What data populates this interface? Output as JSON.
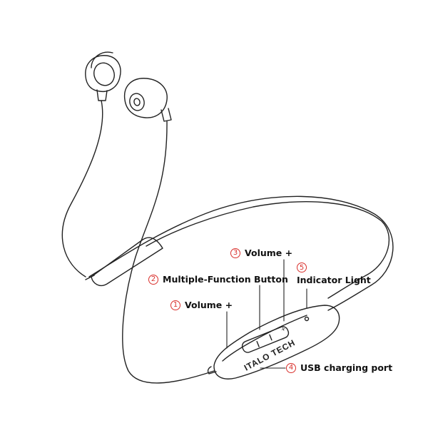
{
  "product": {
    "brand_label": "ITALO TECH",
    "button_mark": "+"
  },
  "callouts": [
    {
      "number": "1",
      "label": "Volume +"
    },
    {
      "number": "2",
      "label": "Multiple-Function Button"
    },
    {
      "number": "3",
      "label": "Volume +"
    },
    {
      "number": "4",
      "label": "USB charging port"
    },
    {
      "number": "5",
      "label": "Indicator Light"
    }
  ],
  "colors": {
    "line": "#222222",
    "callout_number": "#d9302c",
    "text": "#111111"
  }
}
